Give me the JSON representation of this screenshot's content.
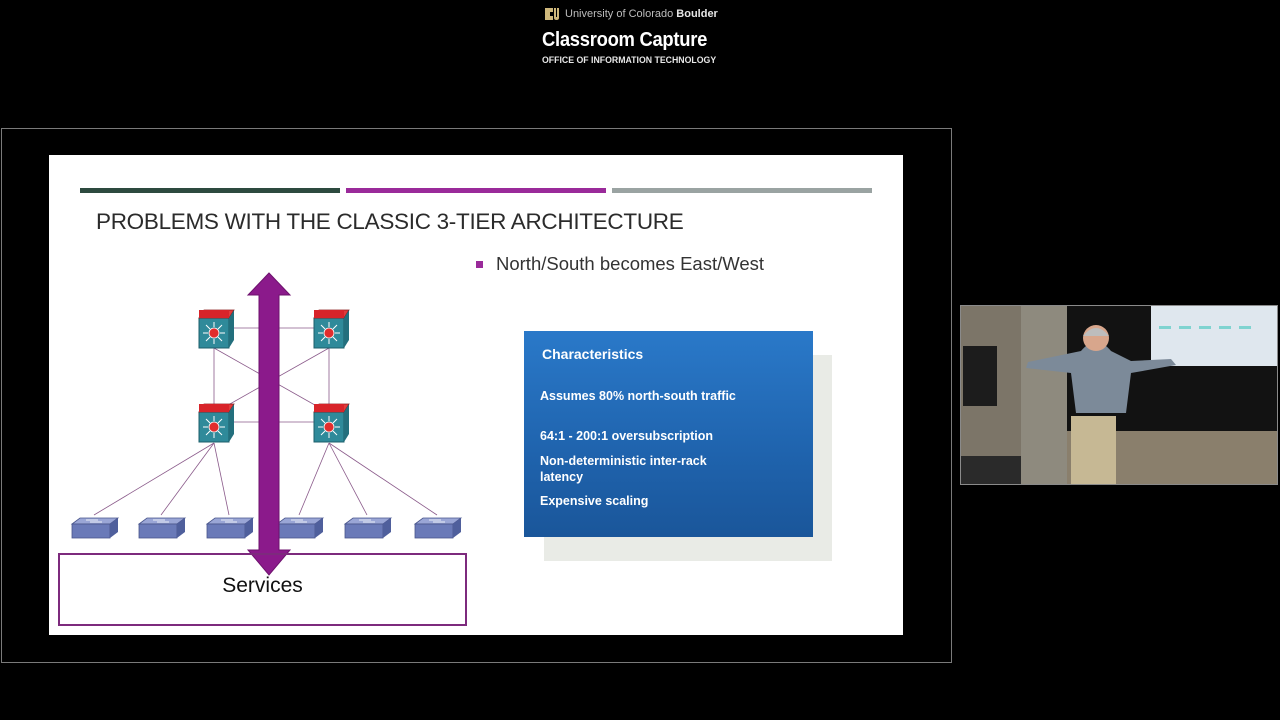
{
  "header": {
    "university_name": "University of Colorado ",
    "university_campus": "Boulder",
    "title": "Classroom Capture",
    "subtitle": "OFFICE OF INFORMATION TECHNOLOGY"
  },
  "slide": {
    "title": "PROBLEMS WITH THE CLASSIC 3-TIER ARCHITECTURE",
    "accent_bars": [
      "#2d4a3f",
      "#9a2a9a",
      "#9aa3a2"
    ],
    "bullet": "North/South becomes East/West",
    "characteristics": {
      "heading": "Characteristics",
      "items": [
        "Assumes 80% north-south traffic",
        "64:1 - 200:1 oversubscription",
        "Non-deterministic inter-rack latency",
        "Expensive scaling"
      ]
    },
    "diagram": {
      "services_label": "Services",
      "arrow_color": "#8b1a8b"
    }
  },
  "colors": {
    "background": "#000000",
    "slide_background": "#ffffff",
    "characteristics_box": "#1f63ad",
    "router_body": "#2f8a9a",
    "router_top": "#d8242a",
    "switch": "#6a7ab8"
  }
}
